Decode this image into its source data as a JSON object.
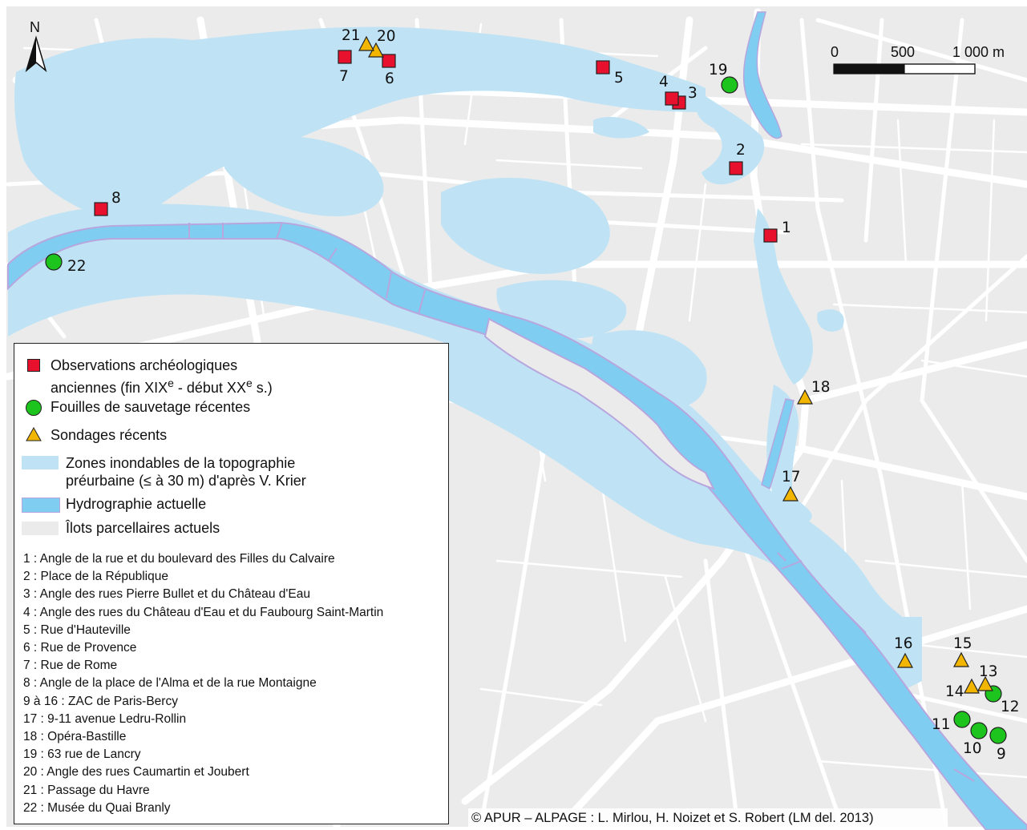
{
  "north_label": "N",
  "scale_bar": {
    "tick_0": "0",
    "tick_500": "500",
    "tick_1000": "1 000 m"
  },
  "legend": {
    "old_observations_line1": "Observations archéologiques",
    "old_observations_line2a": "anciennes (fin XIX",
    "old_observations_sup1": "e",
    "old_observations_line2b": " - début XX",
    "old_observations_sup2": "e",
    "old_observations_line2c": " s.)",
    "recent_excavations": "Fouilles de sauvetage récentes",
    "recent_soundings": "Sondages récents",
    "flood_zones_line1": "Zones inondables de la topographie",
    "flood_zones_line2": "préurbaine (≤ à 30 m) d'après V. Krier",
    "hydrography": "Hydrographie actuelle",
    "blocks": "Îlots parcellaires actuels",
    "key_list": [
      "1 : Angle de la rue et du boulevard des Filles du Calvaire",
      "2 : Place de la République",
      "3 : Angle des rues Pierre Bullet et du Château d'Eau",
      "4 : Angle des rues du Château d'Eau et du Faubourg Saint-Martin",
      "5 : Rue d'Hauteville",
      "6 : Rue de Provence",
      "7 : Rue de Rome",
      "8 : Angle de la place de l'Alma et de la rue Montaigne",
      "9 à 16 : ZAC de Paris-Bercy",
      "17 : 9-11 avenue Ledru-Rollin",
      "18 : Opéra-Bastille",
      "19 : 63 rue de Lancry",
      "20 :  Angle des rues Caumartin et Joubert",
      "21 : Passage du Havre",
      "22 : Musée du Quai Branly"
    ]
  },
  "sites": [
    {
      "label": "1"
    },
    {
      "label": "2"
    },
    {
      "label": "3"
    },
    {
      "label": "4"
    },
    {
      "label": "5"
    },
    {
      "label": "6"
    },
    {
      "label": "7"
    },
    {
      "label": "8"
    },
    {
      "label": "9"
    },
    {
      "label": "10"
    },
    {
      "label": "11"
    },
    {
      "label": "12"
    },
    {
      "label": "13"
    },
    {
      "label": "14"
    },
    {
      "label": "15"
    },
    {
      "label": "16"
    },
    {
      "label": "17"
    },
    {
      "label": "18"
    },
    {
      "label": "19"
    },
    {
      "label": "20"
    },
    {
      "label": "21"
    },
    {
      "label": "22"
    }
  ],
  "credit": "© APUR – ALPAGE : L. Mirlou, H. Noizet et S. Robert (LM del. 2013)",
  "colors": {
    "blocks": "#ebebeb",
    "streets": "#ffffff",
    "flood_zone": "#bfe3f5",
    "river": "#7fcdf0",
    "river_outline": "#b8a6de",
    "old_observation": "#e8112d",
    "excavation": "#1ec41e",
    "sounding": "#f2b600"
  }
}
